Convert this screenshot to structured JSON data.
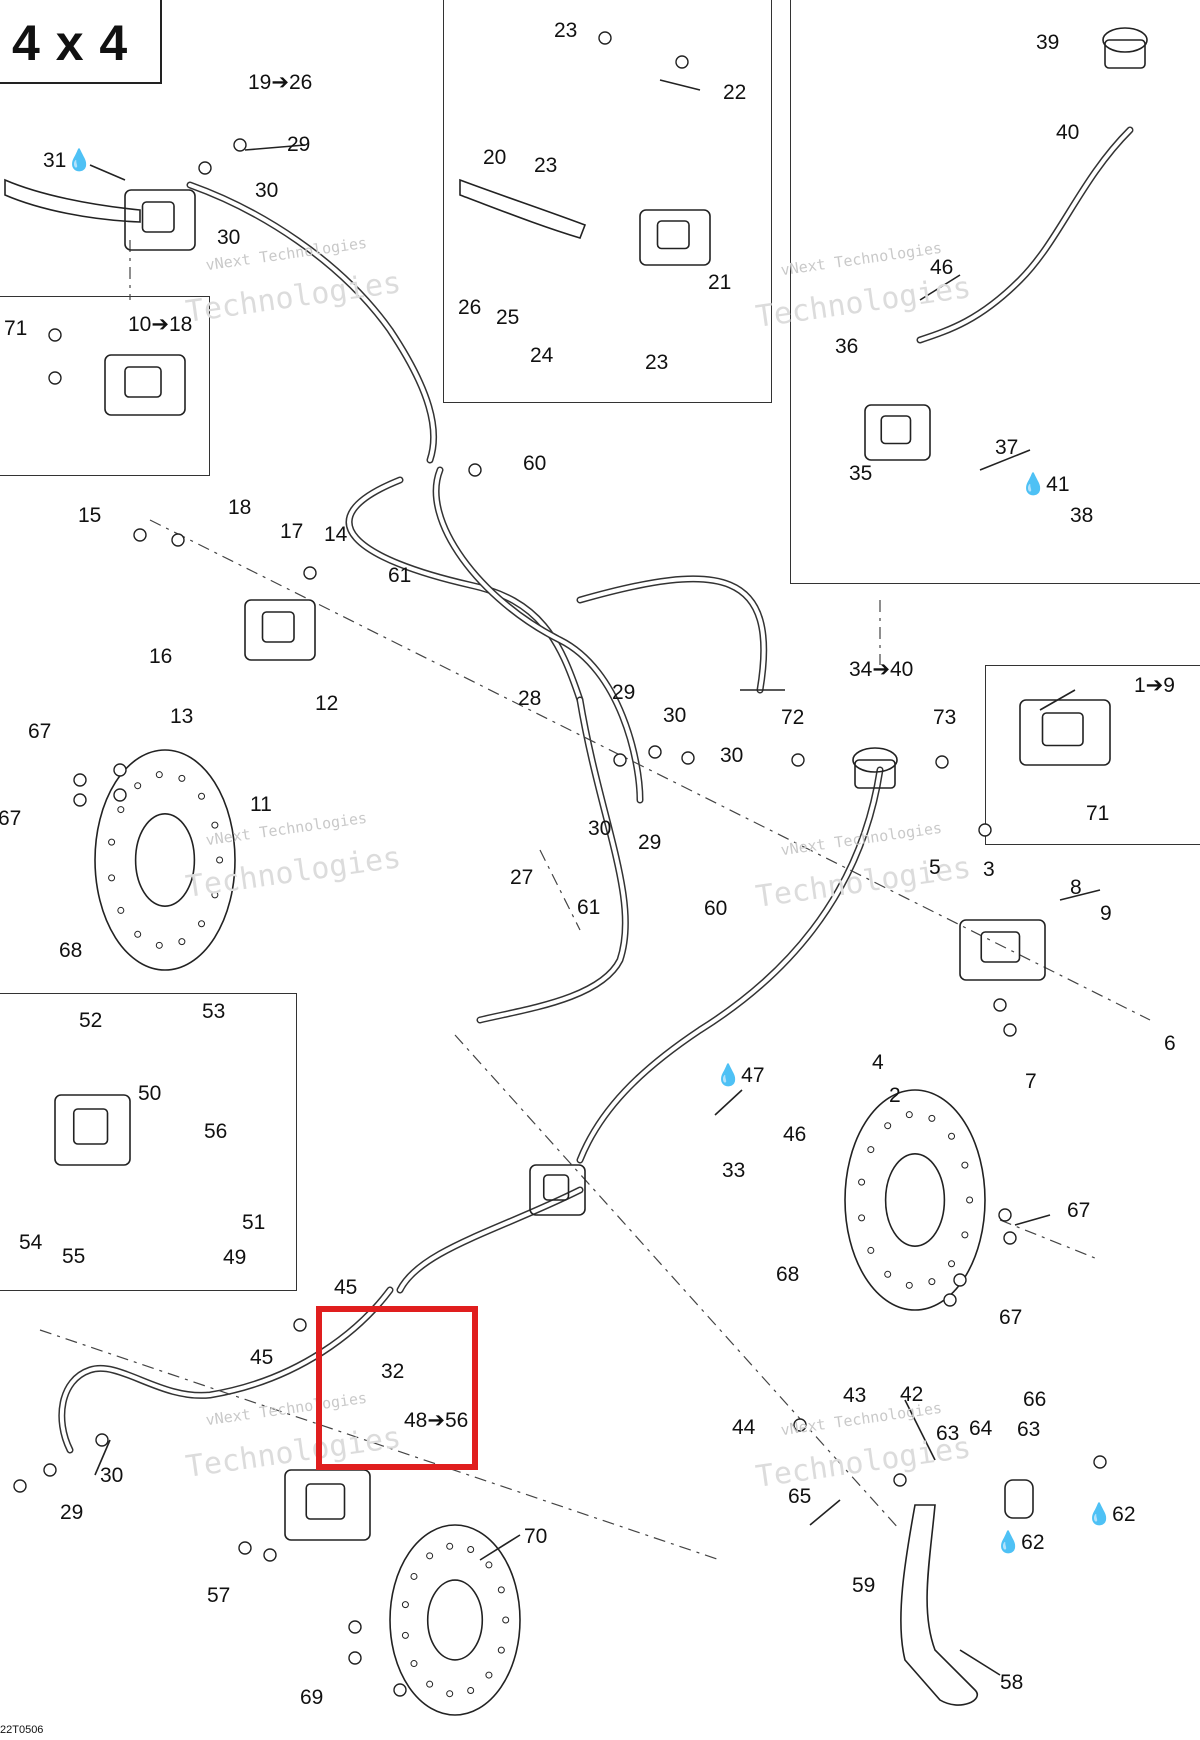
{
  "title": "4 x 4",
  "drawing_id": "22T0506",
  "watermark": {
    "line1": "vNext Technologies",
    "line2": "Technologies"
  },
  "highlight": {
    "color": "#e01e1e",
    "contains": [
      "32",
      "48➔56"
    ]
  },
  "labels": [
    "19➔26",
    "29",
    "31💧",
    "30",
    "30",
    "71",
    "10➔18",
    "23",
    "22",
    "20",
    "23",
    "21",
    "26",
    "25",
    "24",
    "23",
    "39",
    "40",
    "46",
    "36",
    "37",
    "35",
    "💧41",
    "38",
    "60",
    "61",
    "15",
    "18",
    "17",
    "14",
    "16",
    "12",
    "13",
    "28",
    "29",
    "30",
    "30",
    "30",
    "29",
    "11",
    "67",
    "67",
    "68",
    "27",
    "34➔40",
    "72",
    "73",
    "1➔9",
    "71",
    "5",
    "3",
    "8",
    "9",
    "61",
    "60",
    "6",
    "4",
    "7",
    "2",
    "52",
    "53",
    "50",
    "56",
    "54",
    "55",
    "51",
    "49",
    "💧47",
    "46",
    "33",
    "67",
    "68",
    "67",
    "45",
    "45",
    "32",
    "48➔56",
    "30",
    "29",
    "44",
    "43",
    "42",
    "63",
    "66",
    "63",
    "64",
    "65",
    "💧62",
    "💧62",
    "70",
    "57",
    "59",
    "58",
    "69"
  ]
}
